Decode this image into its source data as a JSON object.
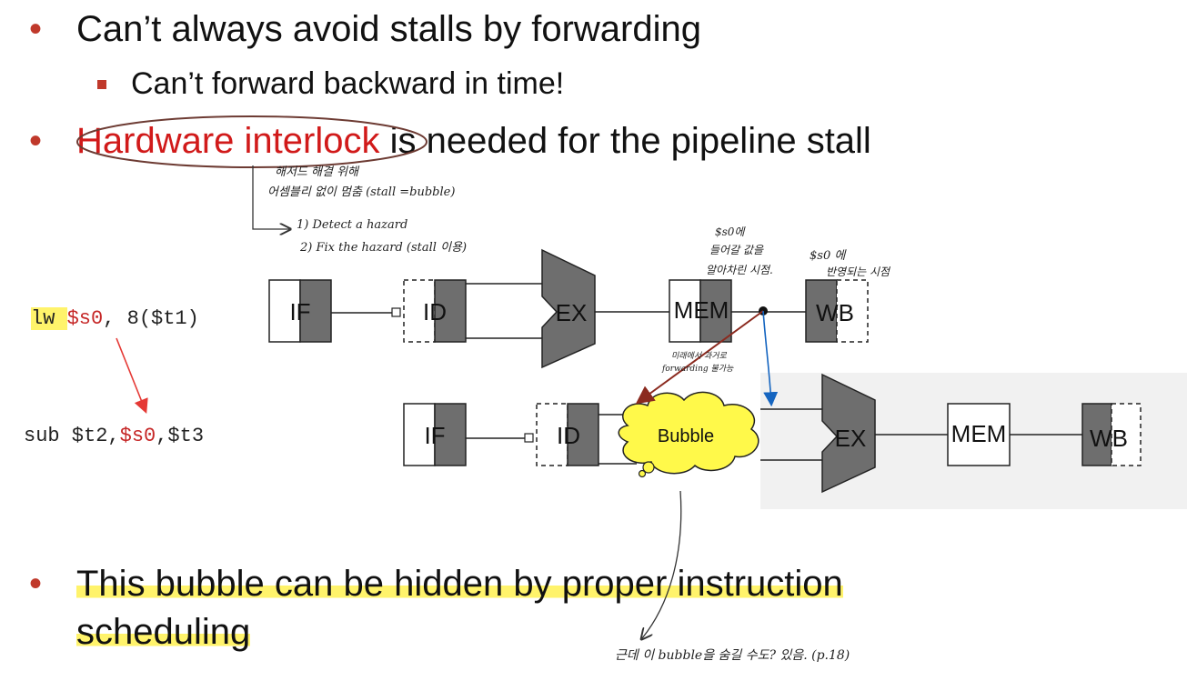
{
  "slide": {
    "bullet1": "Can’t always avoid stalls by forwarding",
    "bullet1_sub": "Can’t forward backward in time!",
    "bullet2_red": "Hardware interlock",
    "bullet2_rest": " is needed for the pipeline stall",
    "bullet3_line1": "This bubble can be hidden by proper instruction",
    "bullet3_line2": "scheduling"
  },
  "code": {
    "lw_op": "lw ",
    "lw_reg": "$s0",
    "lw_rest": ", 8($t1)",
    "sub_prefix": "sub $t2,",
    "sub_reg": "$s0",
    "sub_rest": ",$t3"
  },
  "pipeline": {
    "row1": {
      "if": "IF",
      "id": "ID",
      "ex": "EX",
      "mem": "MEM",
      "wb": "WB"
    },
    "row2": {
      "if": "IF",
      "id": "ID",
      "bubble": "Bubble",
      "ex": "EX",
      "mem": "MEM",
      "wb": "WB"
    }
  },
  "annotations": {
    "note1_l1": "해저드 해결 위해",
    "note1_l2": "어셈블리 없이 멈춤 (stall =bubble)",
    "note2_l1": "1) Detect a hazard",
    "note2_l2": "2) Fix the hazard (stall 이용)",
    "note3_l1": "$s0에",
    "note3_l2": "들어갈 값을",
    "note3_l3": "알아차린 시점.",
    "note4_l1": "$s0 에",
    "note4_l2": "반영되는 시점",
    "note5_l1": "미래에서 과거로",
    "note5_l2": "forwarding 불가능",
    "note6": "근데 이 bubble을 숨길 수도? 있음.  (p.18)"
  },
  "colors": {
    "bullet_red": "#c0392b",
    "stage_gray": "#6e6e6e",
    "bubble_yellow": "#fff94a",
    "highlight": "#fff36b",
    "arrow_red": "#e53935",
    "arrow_blue": "#1565c0",
    "arrow_brown": "#8b2a1f"
  }
}
